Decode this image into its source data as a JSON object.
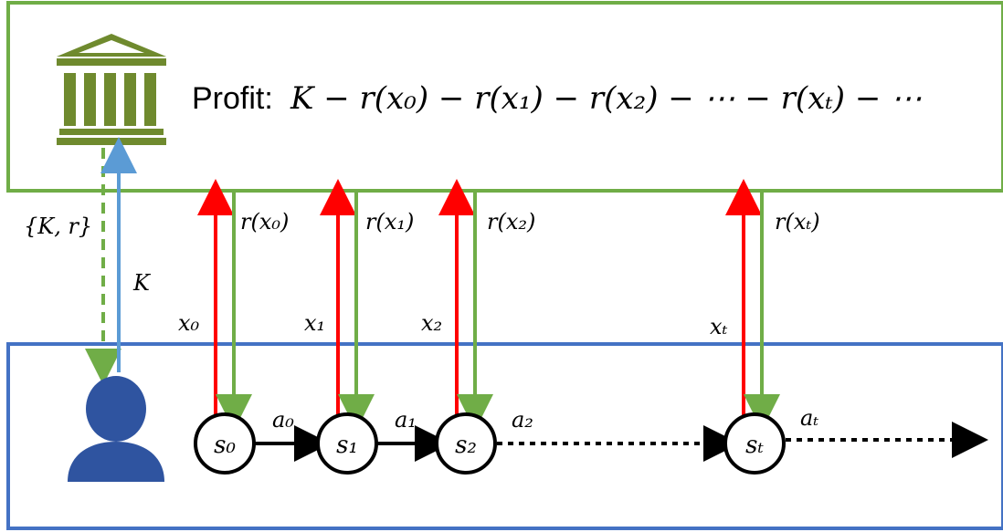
{
  "bank": {
    "profit_prefix": "Profit:",
    "profit_formula": "K − r(x₀) − r(x₁) − r(x₂) − ⋯ − r(xₜ) − ⋯"
  },
  "links": {
    "contract_label": "{K, r}",
    "payment_label": "K"
  },
  "steps": [
    {
      "x_label": "x₀",
      "r_label": "r(x₀)",
      "state": "s₀",
      "action": "a₀"
    },
    {
      "x_label": "x₁",
      "r_label": "r(x₁)",
      "state": "s₁",
      "action": "a₁"
    },
    {
      "x_label": "x₂",
      "r_label": "r(x₂)",
      "state": "s₂",
      "action": "a₂"
    },
    {
      "x_label": "xₜ",
      "r_label": "r(xₜ)",
      "state": "sₜ",
      "action": "aₜ"
    }
  ],
  "colors": {
    "bank_border": "#70ad47",
    "agent_border": "#4472c4",
    "up_arrow": "#ff0000",
    "down_arrow": "#70ad47",
    "bank_icon": "#6f8a2e",
    "person_icon": "#2f54a0",
    "payment_arrow": "#5b9bd5"
  },
  "icons": {
    "bank": "bank-building-icon",
    "agent": "person-icon"
  }
}
